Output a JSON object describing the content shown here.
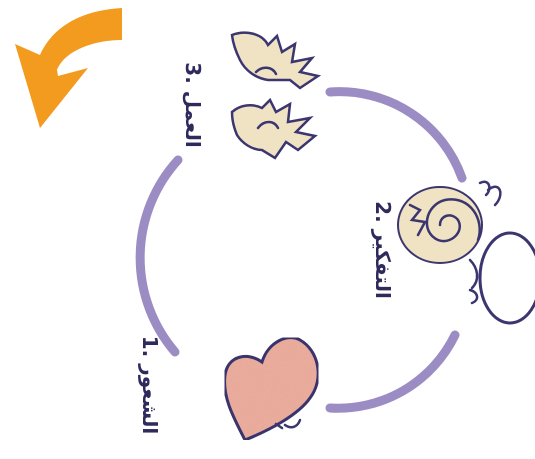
{
  "diagram": {
    "labels": {
      "feeling": "1. الشعور",
      "thinking": "2. التفكير",
      "action": "3. العمل"
    },
    "colors": {
      "cycle": "#9b8cc4",
      "arrow": "#f29b1f",
      "heart_fill": "#efb0a0",
      "heart_stroke": "#3b3570",
      "outline": "#3b3570",
      "hands_fill": "#efe3c4",
      "head_fill": "#efe3c4"
    },
    "icons": [
      "heart-icon",
      "thinking-head-icon",
      "hands-icon",
      "orange-arrow-icon"
    ]
  }
}
